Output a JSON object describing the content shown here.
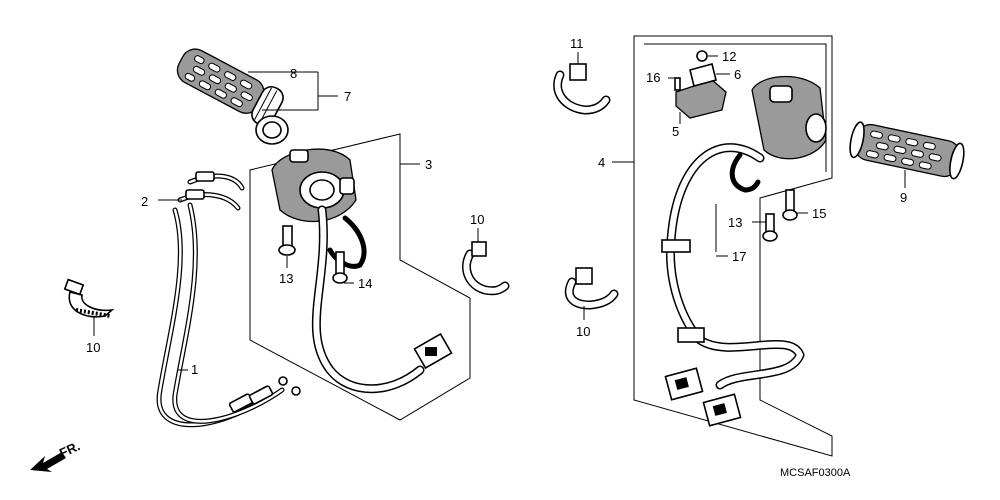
{
  "diagram": {
    "catalog_code": "MCSAF0300A",
    "direction_label": "FR.",
    "callouts": [
      "1",
      "2",
      "3",
      "4",
      "5",
      "6",
      "7",
      "8",
      "9",
      "10",
      "10",
      "10",
      "11",
      "12",
      "13",
      "13",
      "14",
      "15",
      "16",
      "17"
    ]
  }
}
